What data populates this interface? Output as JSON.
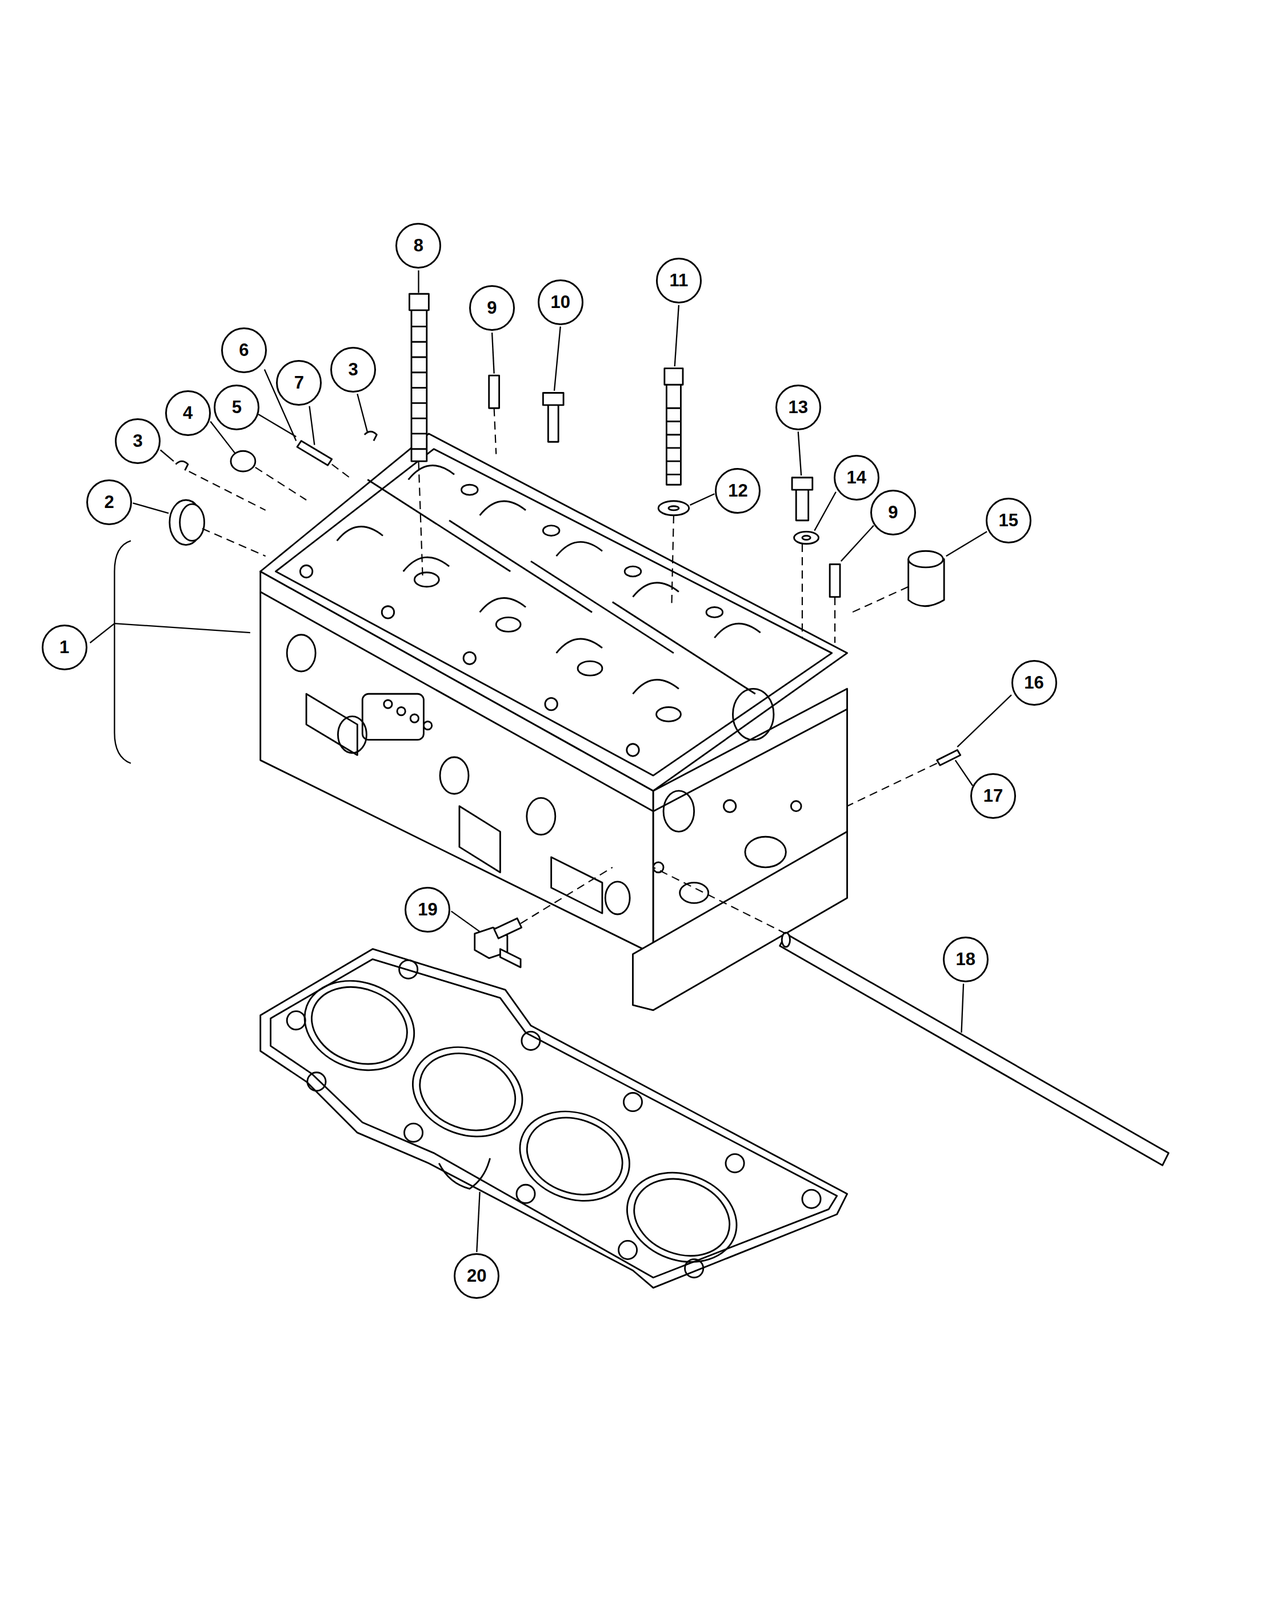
{
  "diagram": {
    "labels": [
      "8",
      "11",
      "10",
      "9",
      "6",
      "7",
      "3",
      "13",
      "5",
      "4",
      "3",
      "14",
      "12",
      "2",
      "9",
      "15",
      "1",
      "16",
      "17",
      "19",
      "18",
      "20"
    ]
  }
}
